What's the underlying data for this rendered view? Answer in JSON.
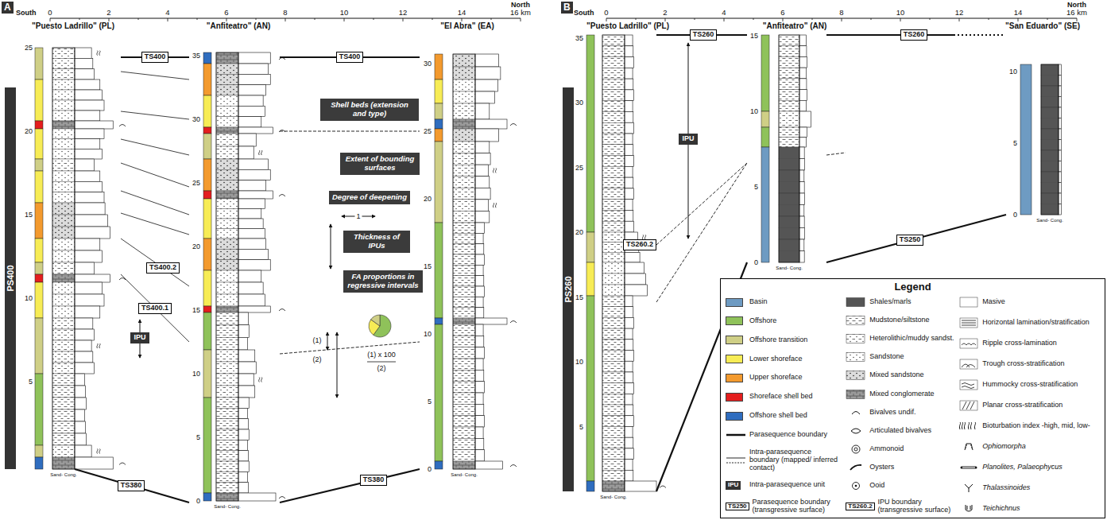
{
  "diagram": {
    "nodes": [
      {
        "text": [
          "A"
        ]
      },
      {
        "text": [
          "PS400"
        ]
      },
      {
        "text": [
          "TS400"
        ]
      },
      {
        "text": [
          "TS400"
        ]
      },
      {
        "text": [
          "Shell beds (extension and type)"
        ]
      },
      {
        "text": [
          "Extent of bounding surfaces"
        ]
      },
      {
        "text": [
          "Degree of deepening"
        ]
      },
      {
        "text": [
          "TS400.2"
        ]
      },
      {
        "text": [
          "Thickness of IPUs"
        ]
      },
      {
        "text": [
          "TS400.1"
        ]
      },
      {
        "text": [
          "IPU"
        ]
      },
      {
        "text": [
          "FA proportions in regressive intervals"
        ]
      },
      {
        "text": [
          "TS380"
        ]
      },
      {
        "text": [
          "TS380"
        ]
      },
      {
        "text": [
          "B"
        ]
      },
      {
        "text": [
          "PS260"
        ]
      },
      {
        "text": [
          "TS260"
        ]
      },
      {
        "text": [
          "TS260"
        ]
      },
      {
        "text": [
          "IPU"
        ]
      },
      {
        "text": [
          "TS260.2"
        ]
      },
      {
        "text": [
          "TS250"
        ]
      },
      {
        "text": [
          "Legend"
        ]
      }
    ],
    "labels": [
      "South",
      "0",
      "2",
      "4",
      "6",
      "8",
      "10",
      "12",
      "14",
      "North",
      "16 km",
      "\"Puesto Ladrillo\" (PL)",
      "\"Anfiteatro\" (AN)",
      "\"El Abra\" (EA)",
      "25",
      "20",
      "15",
      "10",
      "5",
      "35",
      "30",
      "25",
      "20",
      "15",
      "10",
      "5",
      "0",
      "30",
      "25",
      "20",
      "15",
      "10",
      "5",
      "0",
      "Sand- Cong.",
      "Sand- Cong.",
      "Sand- Cong.",
      "1",
      "(1)",
      "(2)",
      "(1) x 100",
      "(2)",
      "South",
      "0",
      "2",
      "4",
      "6",
      "8",
      "10",
      "12",
      "14",
      "North",
      "16 km",
      "\"Puesto Ladrillo\" (PL)",
      "\"Anfiteatro\" (AN)",
      "\"San Eduardo\" (SE)",
      "35",
      "30",
      "25",
      "20",
      "15",
      "10",
      "5",
      "15",
      "10",
      "5",
      "0",
      "10",
      "5",
      "0",
      "Sand- Cong.",
      "Sand- Cong.",
      "Sand- Cong.",
      "IPU",
      "TS250",
      "TS260.2"
    ],
    "legend": [
      {
        "text": "Basin",
        "color": "#6e9bc2"
      },
      {
        "text": "Offshore",
        "color": "#8fc25a"
      },
      {
        "text": "Offshore transition",
        "color": "#cfcf86"
      },
      {
        "text": "Lower shoreface",
        "color": "#f7ec55"
      },
      {
        "text": "Upper shoreface",
        "color": "#f39a2e"
      },
      {
        "text": "Shoreface shell bed",
        "color": "#e41e1e"
      },
      {
        "text": "Offshore shell bed",
        "color": "#2f6dbf"
      },
      {
        "text": "Parasequence boundary"
      },
      {
        "text": "Intra-parasequence boundary (mapped/ inferred contact)"
      },
      {
        "text": "Intra-parasequence unit"
      },
      {
        "text": "Parasequence boundary (transgressive surface)"
      },
      {
        "text": "Shales/marls"
      },
      {
        "text": "Mudstone/siltstone"
      },
      {
        "text": "Heterolithic/muddy sandst."
      },
      {
        "text": "Sandstone"
      },
      {
        "text": "Mixed sandstone"
      },
      {
        "text": "Mixed conglomerate"
      },
      {
        "text": "Bivalves undif."
      },
      {
        "text": "Articulated bivalves"
      },
      {
        "text": "Ammonoid"
      },
      {
        "text": "Oysters"
      },
      {
        "text": "Ooid"
      },
      {
        "text": "IPU boundary (transgressive surface)"
      },
      {
        "text": "Masive"
      },
      {
        "text": "Horizontal lamination/stratification"
      },
      {
        "text": "Ripple cross-lamination"
      },
      {
        "text": "Trough cross-stratification"
      },
      {
        "text": "Hummocky cross-stratification"
      },
      {
        "text": "Planar cross-stratification"
      },
      {
        "text": "Bioturbation index -high, mid, low-"
      },
      {
        "text": "Ophiomorpha"
      },
      {
        "text": "Planolites, Palaeophycus"
      },
      {
        "text": "Thalassinoides"
      },
      {
        "text": "Teichichnus"
      }
    ]
  }
}
